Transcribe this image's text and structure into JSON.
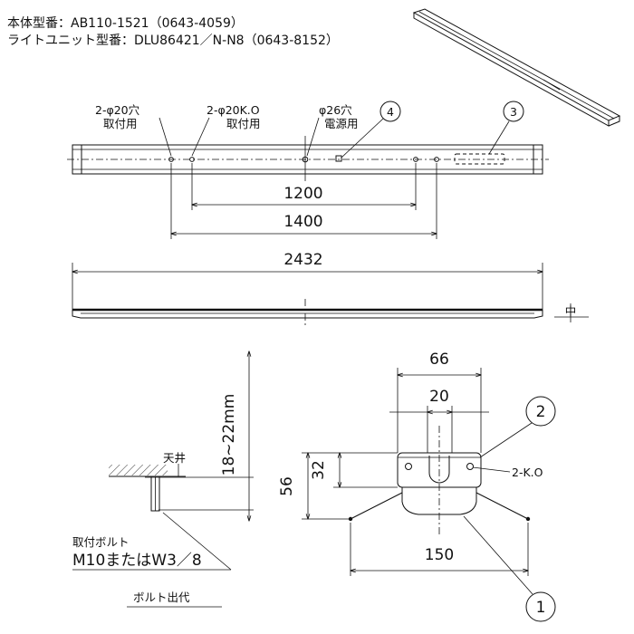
{
  "header": {
    "body_model": "本体型番：AB110-1521（0643-4059）",
    "light_unit_model": "ライトユニット型番：DLU86421／N-N8（0643-8152）"
  },
  "plan_view": {
    "hole_20": "2-φ20穴",
    "hole_20_sub": "取付用",
    "ko_20": "2-φ20K.O",
    "ko_20_sub": "取付用",
    "hole_26": "φ26穴",
    "hole_26_sub": "電源用",
    "callout_4": "4",
    "callout_3": "3",
    "dim_1200": "1200",
    "dim_1400": "1400"
  },
  "side_view": {
    "dim_2432": "2432"
  },
  "center_mark": "中",
  "section_view": {
    "dim_66": "66",
    "dim_20": "20",
    "dim_150": "150",
    "dim_56": "56",
    "dim_32": "32",
    "dim_18_22": "18~22mm",
    "ceiling": "天井",
    "ko_label": "2-K.O",
    "callout_2": "2",
    "callout_1": "1",
    "bolt_label_1": "取付ボルト",
    "bolt_label_2": "M10またはW3／8",
    "bolt_protrusion": "ボルト出代"
  }
}
